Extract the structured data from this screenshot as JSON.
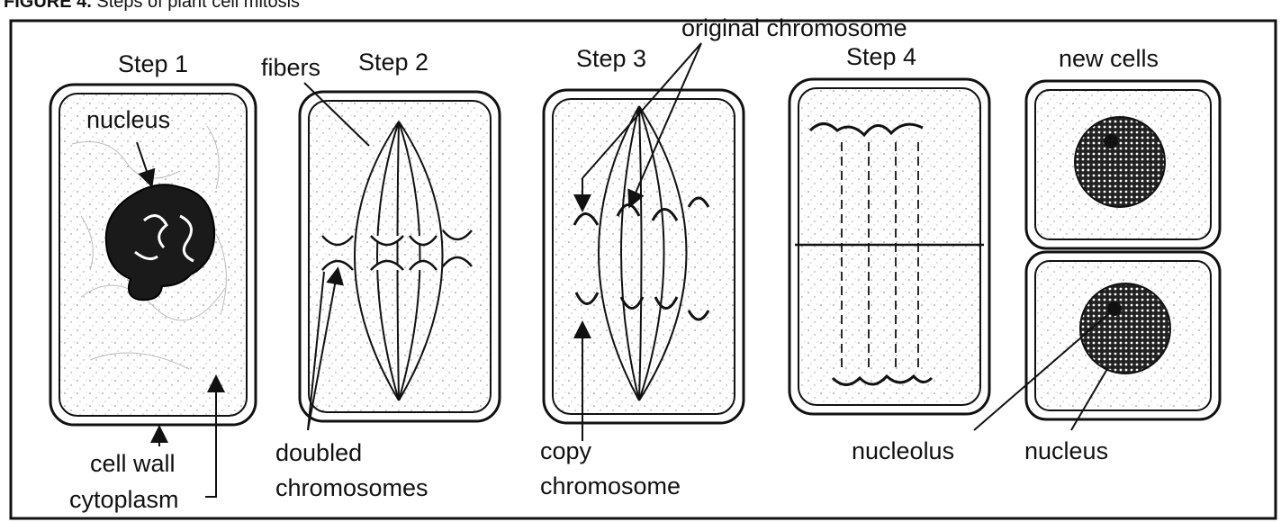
{
  "figure": {
    "number": "FIGURE 4.",
    "caption": "Steps of plant cell mitosis"
  },
  "steps": {
    "step1": "Step 1",
    "step2": "Step 2",
    "step3": "Step 3",
    "step4": "Step 4",
    "new_cells": "new cells"
  },
  "labels": {
    "nucleus": "nucleus",
    "fibers": "fibers",
    "original_chromosome": "original chromosome",
    "cell_wall": "cell wall",
    "cytoplasm": "cytoplasm",
    "doubled": "doubled",
    "chromosomes": "chromosomes",
    "copy": "copy",
    "chromosome": "chromosome",
    "nucleolus": "nucleolus",
    "nucleus_right": "nucleus"
  }
}
